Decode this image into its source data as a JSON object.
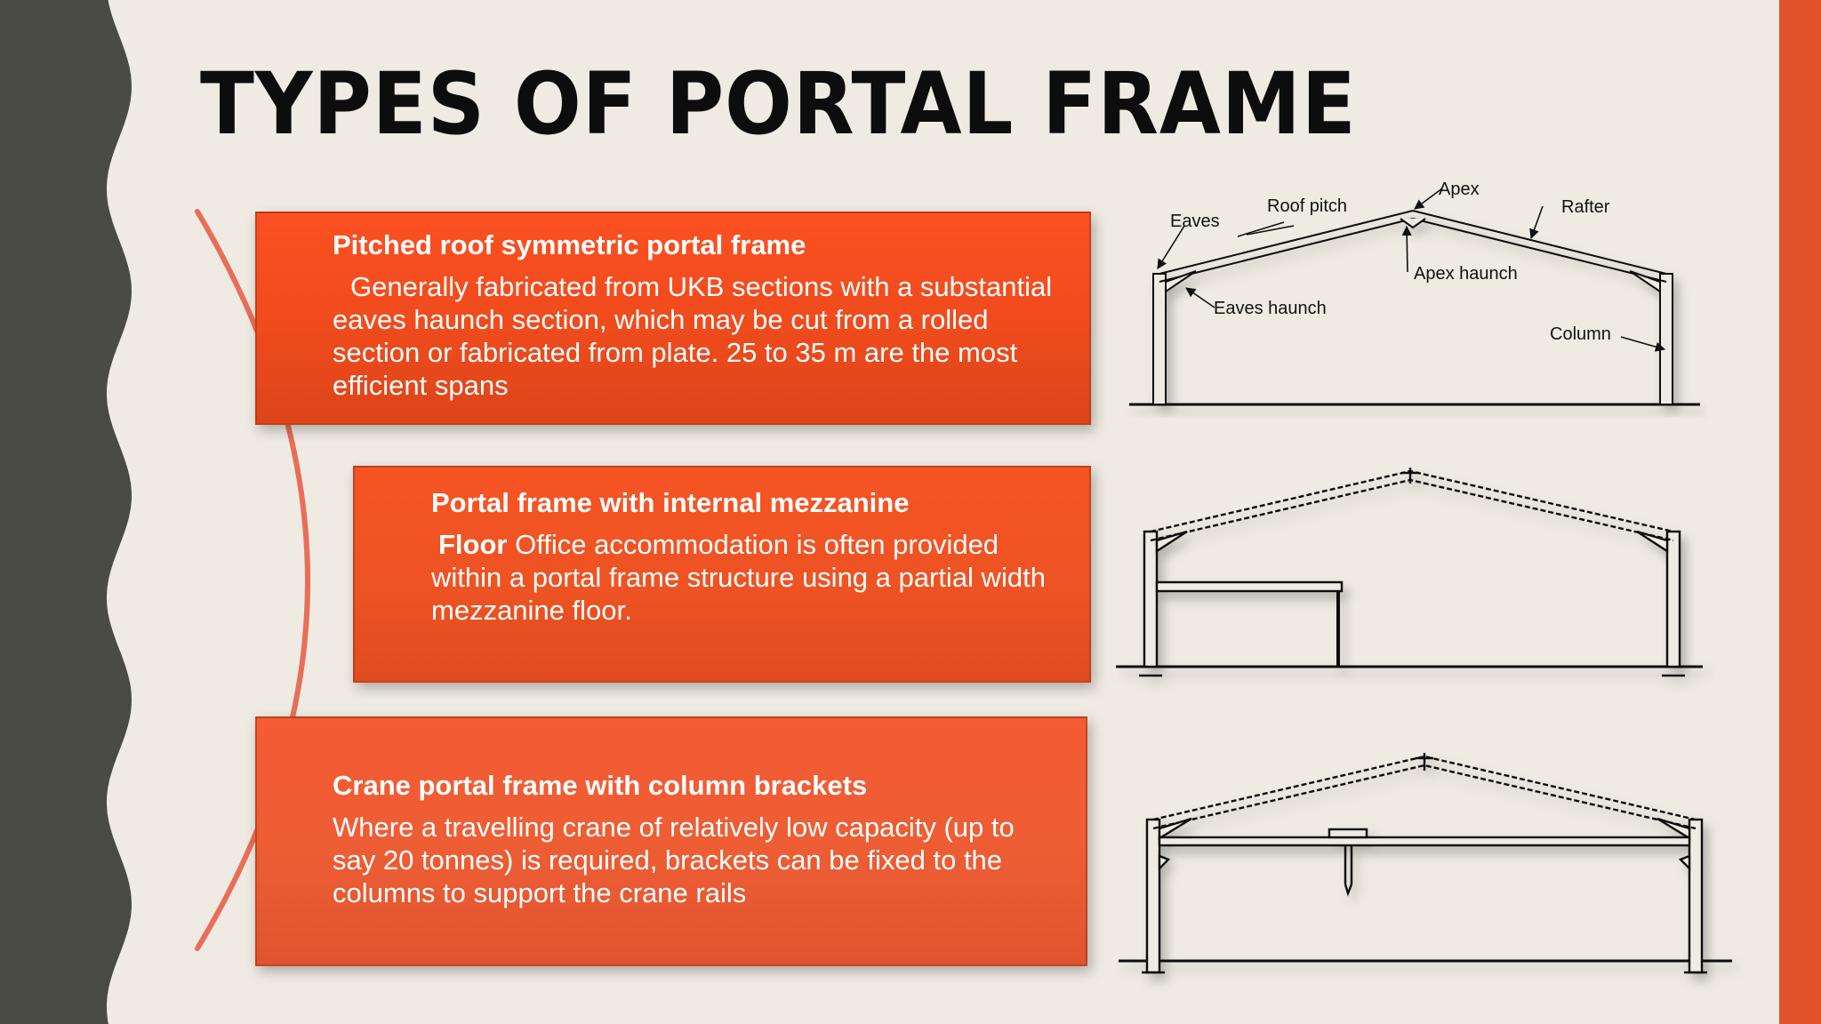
{
  "slide": {
    "title": "TYPES OF PORTAL FRAME",
    "colors": {
      "background": "#efebe3",
      "left_band": "#4a4b41",
      "right_band": "#e2522a",
      "arc": "#e86048",
      "box_orange": "#ef4b1d"
    }
  },
  "frames": [
    {
      "heading": "Pitched roof symmetric portal frame",
      "body": "Generally fabricated from UKB sections with a substantial eaves haunch section, which may be cut from a rolled section or fabricated from plate. 25 to 35 m are the most efficient spans"
    },
    {
      "heading": "Portal frame with internal mezzanine",
      "body_bold": "Floor",
      "body": " Office accommodation is often provided within a portal frame structure using a partial width mezzanine floor."
    },
    {
      "heading": "Crane portal frame with column brackets",
      "body": "Where a travelling crane of relatively low capacity (up to say 20 tonnes) is required, brackets can be fixed to the columns to support the crane rails"
    }
  ],
  "diagram_labels": {
    "eaves": "Eaves",
    "roof_pitch": "Roof pitch",
    "apex": "Apex",
    "rafter": "Rafter",
    "apex_haunch": "Apex haunch",
    "eaves_haunch": "Eaves haunch",
    "column": "Column"
  }
}
